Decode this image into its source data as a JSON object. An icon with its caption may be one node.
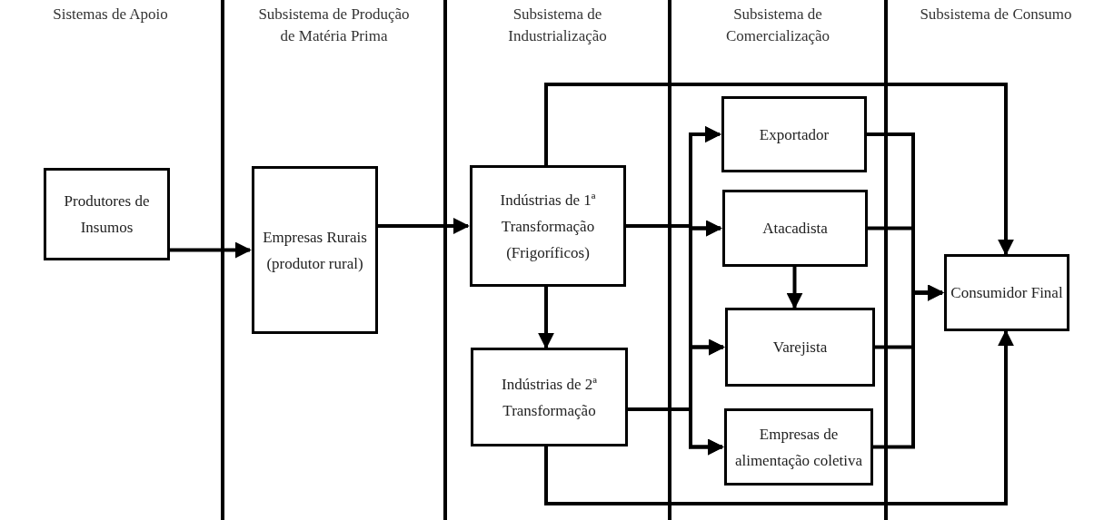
{
  "diagram": {
    "nodes": [
      {
        "text": [
          "Sistemas  de Apoio"
        ]
      },
      {
        "text": [
          "Subsistema de Produção de Matéria Prima"
        ]
      },
      {
        "text": [
          "Subsistema de Industrialização"
        ]
      },
      {
        "text": [
          "Subsistema de Comercialização"
        ]
      },
      {
        "text": [
          "Subsistema de Consumo"
        ]
      },
      {
        "text": [
          "Produtores de Insumos"
        ],
        "in": 0
      },
      {
        "text": [
          "Empresas Rurais (produtor rural)"
        ],
        "in": 1
      },
      {
        "text": [
          "Indústrias de 1ª Transformação (Frigoríficos)"
        ],
        "in": 2
      },
      {
        "text": [
          "Indústrias de 2ª Transformação"
        ],
        "in": 2
      },
      {
        "text": [
          "Exportador"
        ],
        "in": 3
      },
      {
        "text": [
          "Atacadista"
        ],
        "in": 3
      },
      {
        "text": [
          "Varejista"
        ],
        "in": 3
      },
      {
        "text": [
          "Empresas de alimentação coletiva"
        ],
        "in": 3
      },
      {
        "text": [
          "Consumidor Final"
        ],
        "in": 4
      }
    ],
    "edges": [
      {
        "from": 5,
        "to": 6,
        "arrow": "to"
      },
      {
        "from": 6,
        "to": 7,
        "arrow": "to"
      },
      {
        "from": 7,
        "to": 9,
        "arrow": "to"
      },
      {
        "from": 7,
        "to": 10,
        "arrow": "to"
      },
      {
        "from": 7,
        "to": 11,
        "arrow": "to"
      },
      {
        "from": 7,
        "to": 12,
        "arrow": "to"
      },
      {
        "from": 8,
        "to": 9,
        "arrow": "to"
      },
      {
        "from": 8,
        "to": 10,
        "arrow": "to"
      },
      {
        "from": 8,
        "to": 11,
        "arrow": "to"
      },
      {
        "from": 8,
        "to": 12,
        "arrow": "to"
      },
      {
        "from": 7,
        "to": 8,
        "arrow": "to"
      },
      {
        "from": 10,
        "to": 11,
        "arrow": "to"
      },
      {
        "from": 9,
        "to": 13,
        "arrow": "to"
      },
      {
        "from": 10,
        "to": 13,
        "arrow": "to"
      },
      {
        "from": 11,
        "to": 13,
        "arrow": "to"
      },
      {
        "from": 12,
        "to": 13,
        "arrow": "to"
      },
      {
        "from": 7,
        "to": 13,
        "arrow": "to"
      },
      {
        "from": 8,
        "to": 13,
        "arrow": "to"
      }
    ]
  }
}
